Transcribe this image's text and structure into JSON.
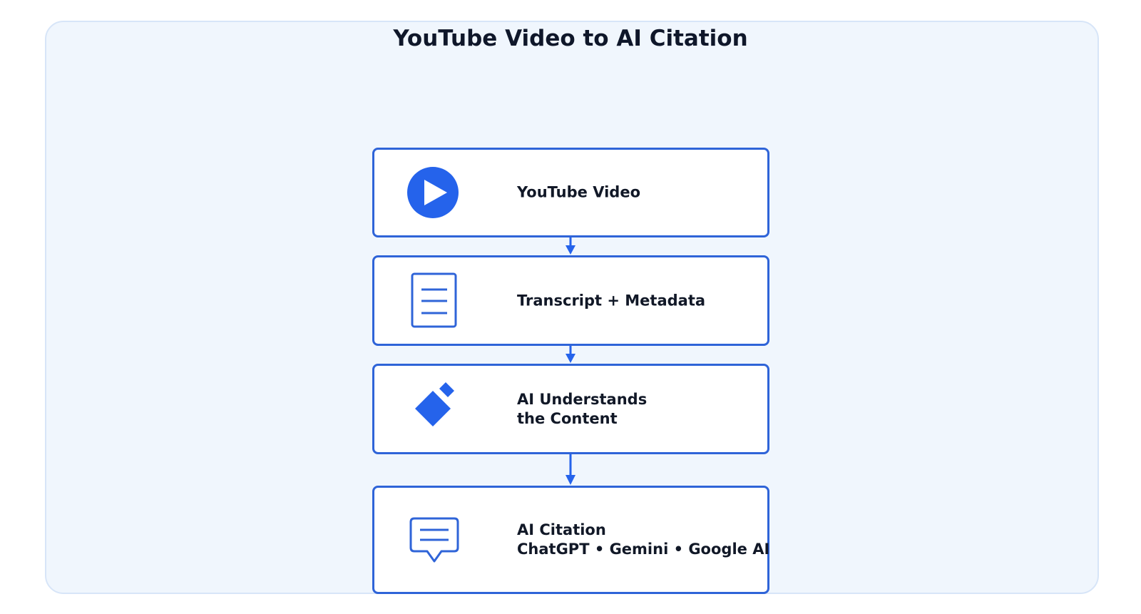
{
  "diagram": {
    "title": "YouTube Video to AI Citation",
    "colors": {
      "accent": "#2563eb",
      "border": "#2f64d8",
      "panel_bg": "#f0f6fd",
      "panel_border": "#d7e5f8",
      "text": "#111827"
    },
    "steps": [
      {
        "icon": "play-icon",
        "lines": [
          "YouTube Video"
        ]
      },
      {
        "icon": "document-icon",
        "lines": [
          "Transcript + Metadata"
        ]
      },
      {
        "icon": "ai-diamond-icon",
        "lines": [
          "AI Understands",
          "the Content"
        ]
      },
      {
        "icon": "chat-bubble-icon",
        "lines": [
          "AI Citation",
          "ChatGPT • Gemini • Google AI"
        ]
      }
    ]
  }
}
